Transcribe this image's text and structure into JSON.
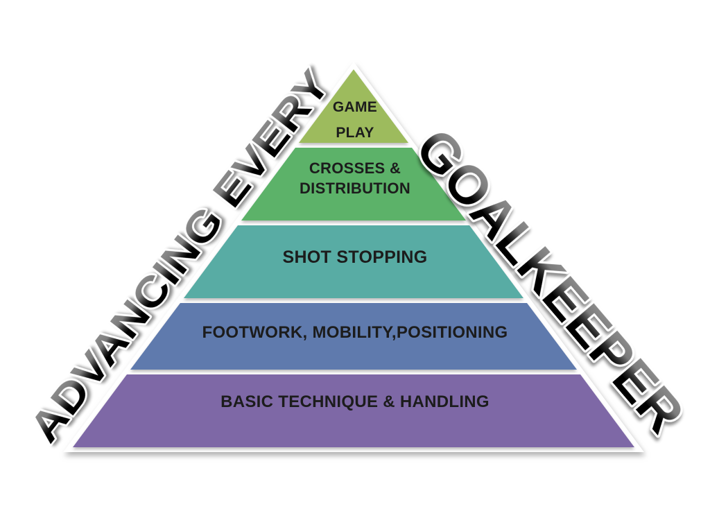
{
  "diagram": {
    "type": "pyramid",
    "banner": {
      "left": "ADVANCING EVERY",
      "right": "GOALKEEPER",
      "outline_color": "#ffffff",
      "letter_fill_top": "#8e8e8e",
      "letter_fill_bottom": "#000000"
    },
    "levels": [
      {
        "rank": 1,
        "label": "GAME\nPLAY",
        "color": "#9dbb5d"
      },
      {
        "rank": 2,
        "label": "CROSSES &\nDISTRIBUTION",
        "color": "#5cb269"
      },
      {
        "rank": 3,
        "label": "SHOT STOPPING",
        "color": "#58aca4"
      },
      {
        "rank": 4,
        "label": "FOOTWORK, MOBILITY,POSITIONING",
        "color": "#5f7aad"
      },
      {
        "rank": 5,
        "label": "BASIC TECHNIQUE & HANDLING",
        "color": "#7e68a6"
      }
    ],
    "label_text_color": "#1c1c1c",
    "background_color": "#ffffff"
  }
}
